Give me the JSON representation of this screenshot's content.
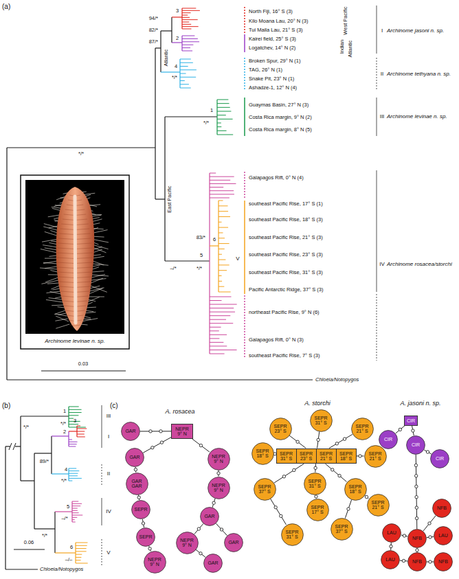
{
  "diagram": {
    "nodes": [
      {
        "text": [
          "GAR"
        ]
      },
      {
        "text": [
          "NEPR 9° N"
        ]
      },
      {
        "text": [
          "GAR"
        ]
      },
      {
        "text": [
          "NEPR 9° N"
        ]
      },
      {
        "text": [
          "GAR GAR"
        ]
      },
      {
        "text": [
          "NEPR 9° N"
        ]
      },
      {
        "text": [
          "SEPR"
        ]
      },
      {
        "text": [
          "SEPR"
        ]
      },
      {
        "text": [
          "GAR"
        ]
      },
      {
        "text": [
          "NEPR 9° N"
        ]
      },
      {
        "text": [
          "GAR"
        ]
      },
      {
        "text": [
          "NEPR 9° N"
        ]
      },
      {
        "text": [
          "GAR"
        ]
      },
      {
        "text": [
          "SEPR 31° S"
        ]
      },
      {
        "text": [
          "SEPR 23° S"
        ]
      },
      {
        "text": [
          "SEPR 21° S"
        ]
      },
      {
        "text": [
          "SEPR 18° S"
        ]
      },
      {
        "text": [
          "SEPR 31° S",
          "SEPR 23° S",
          "SEPR 21° S",
          "SEPR 18° S"
        ]
      },
      {
        "text": [
          "SEPR 21° S"
        ]
      },
      {
        "text": [
          "SEPR 37° S"
        ]
      },
      {
        "text": [
          "SEPR 31° S"
        ]
      },
      {
        "text": [
          "SEPR 18° S"
        ]
      },
      {
        "text": [
          "SEPR 17° S"
        ]
      },
      {
        "text": [
          "SEPR 21° S"
        ]
      },
      {
        "text": [
          "SEPR 37° S"
        ]
      },
      {
        "text": [
          "SEPR 31° S"
        ]
      },
      {
        "text": [
          "CIR"
        ]
      },
      {
        "text": [
          "CIR"
        ]
      },
      {
        "text": [
          "CIR"
        ]
      },
      {
        "text": [
          "CIR"
        ]
      },
      {
        "text": [
          "NFB"
        ]
      },
      {
        "text": [
          "LAU"
        ]
      },
      {
        "text": [
          "NFB"
        ]
      },
      {
        "text": [
          "LAU"
        ]
      },
      {
        "text": [
          "NFB"
        ]
      },
      {
        "text": [
          "LAU"
        ]
      },
      {
        "text": [
          "NFB"
        ]
      }
    ],
    "edges": [
      {
        "from": 1,
        "to": 0,
        "arrow": "none"
      },
      {
        "from": 1,
        "to": 2,
        "arrow": "none"
      },
      {
        "from": 1,
        "to": 3,
        "arrow": "none"
      },
      {
        "from": 2,
        "to": 4,
        "arrow": "none"
      },
      {
        "from": 3,
        "to": 5,
        "arrow": "none"
      },
      {
        "from": 4,
        "to": 6,
        "arrow": "none"
      },
      {
        "from": 6,
        "to": 7,
        "arrow": "none"
      },
      {
        "from": 7,
        "to": 11,
        "arrow": "none"
      },
      {
        "from": 5,
        "to": 8,
        "arrow": "none"
      },
      {
        "from": 8,
        "to": 9,
        "arrow": "none"
      },
      {
        "from": 8,
        "to": 10,
        "arrow": "none"
      },
      {
        "from": 9,
        "to": 12,
        "arrow": "none"
      },
      {
        "from": 17,
        "to": 13,
        "arrow": "none"
      },
      {
        "from": 17,
        "to": 14,
        "arrow": "none"
      },
      {
        "from": 17,
        "to": 15,
        "arrow": "none"
      },
      {
        "from": 17,
        "to": 16,
        "arrow": "none"
      },
      {
        "from": 17,
        "to": 18,
        "arrow": "none"
      },
      {
        "from": 17,
        "to": 19,
        "arrow": "none"
      },
      {
        "from": 17,
        "to": 20,
        "arrow": "none"
      },
      {
        "from": 20,
        "to": 22,
        "arrow": "none"
      },
      {
        "from": 17,
        "to": 21,
        "arrow": "none"
      },
      {
        "from": 21,
        "to": 23,
        "arrow": "none"
      },
      {
        "from": 21,
        "to": 24,
        "arrow": "none"
      },
      {
        "from": 19,
        "to": 25,
        "arrow": "none"
      },
      {
        "from": 26,
        "to": 27,
        "arrow": "none"
      },
      {
        "from": 26,
        "to": 28,
        "arrow": "none"
      },
      {
        "from": 28,
        "to": 29,
        "arrow": "none"
      },
      {
        "from": 28,
        "to": 32,
        "arrow": "none"
      },
      {
        "from": 32,
        "to": 30,
        "arrow": "none"
      },
      {
        "from": 32,
        "to": 31,
        "arrow": "none"
      },
      {
        "from": 32,
        "to": 33,
        "arrow": "none"
      },
      {
        "from": 32,
        "to": 34,
        "arrow": "none"
      },
      {
        "from": 34,
        "to": 35,
        "arrow": "none"
      },
      {
        "from": 34,
        "to": 36,
        "arrow": "none"
      },
      {
        "from": 31,
        "to": 35,
        "arrow": "none"
      }
    ],
    "labels": [
      "(a)",
      "North Fiji, 16° S (3)",
      "Kilo Moana Lau, 20° N (3)",
      "Tui Maila Lau, 21° S (3)",
      "Kairei field, 25° S (3)",
      "Logatchev, 14° N (2)",
      "Broken Spur, 29° N (1)",
      "TAG, 26° N (1)",
      "Snake Pit, 23° N (1)",
      "Ashadze-1, 12° N (4)",
      "Guaymas Basin, 27° N (3)",
      "Costa Rica margin, 9° N (2)",
      "Costa Rica margin, 8° N (5)",
      "Galapagos Rift, 0° N (4)",
      "southeast Pacific Rise, 17° S (1)",
      "southeast Pacific Rise, 18° S (3)",
      "southeast Pacific Rise, 21° S (3)",
      "southeast Pacific Rise, 23° S (3)",
      "southeast Pacific Rise, 31° S (3)",
      "Pacific Antarctic Ridge, 37° S (3)",
      "northeast Pacific Rise, 9° N (6)",
      "Galapagos Rift, 0° N (3)",
      "southeast Pacific Rise, 7° S (3)",
      "West Pacific",
      "Indian",
      "Atlantic",
      "I",
      "Archinome jasoni n. sp.",
      "II",
      "Archinome tethyana n. sp.",
      "III",
      "Archinome levinae n. sp.",
      "IV",
      "Archinome rosacea/storchi",
      "3",
      "94/*",
      "82/*",
      "2",
      "87/*",
      "Atlantic",
      "4",
      "*/*",
      "1",
      "*/*",
      "*/*",
      "East Pacific",
      "–/*",
      "5",
      "*/*",
      "6",
      "83/*",
      "V",
      "Archinome levinae n. sp.",
      "0.03",
      "Chloeia/Notopygos",
      "(b)",
      "1",
      "*/*",
      "III",
      "2",
      "3",
      "I",
      "89/*",
      "4",
      "*/*",
      "II",
      "*/*",
      "5",
      "–/*",
      "IV",
      "*/*",
      "6",
      "–/–",
      "V",
      "0.06",
      "Chloeia/Notopygos",
      "(c)",
      "A. rosacea",
      "A. storchi",
      "A. jasoni n. sp."
    ]
  }
}
